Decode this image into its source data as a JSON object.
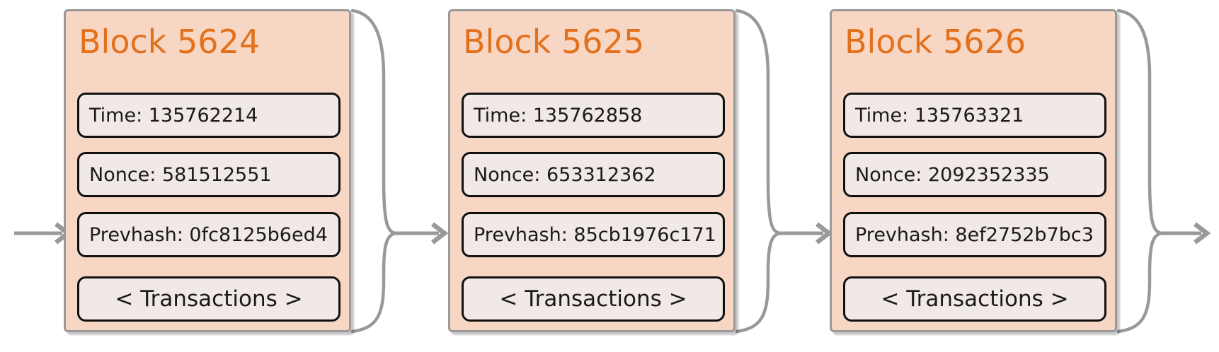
{
  "blocks": [
    {
      "title": "Block 5624",
      "fields": {
        "time": "Time: 135762214",
        "nonce": "Nonce: 581512551",
        "prevhash": "Prevhash: 0fc8125b6ed4"
      },
      "transactions_label": "< Transactions >"
    },
    {
      "title": "Block 5625",
      "fields": {
        "time": "Time: 135762858",
        "nonce": "Nonce: 653312362",
        "prevhash": "Prevhash: 85cb1976c171"
      },
      "transactions_label": "< Transactions >"
    },
    {
      "title": "Block 5626",
      "fields": {
        "time": "Time: 135763321",
        "nonce": "Nonce: 2092352335",
        "prevhash": "Prevhash: 8ef2752b7bc3"
      },
      "transactions_label": "< Transactions >"
    }
  ],
  "colors": {
    "block_fill": "#f7d7c4",
    "block_border": "#999999",
    "box_fill": "#f1e9e6",
    "box_border": "#111111",
    "title_color": "#e2711d",
    "connector": "#999999"
  }
}
